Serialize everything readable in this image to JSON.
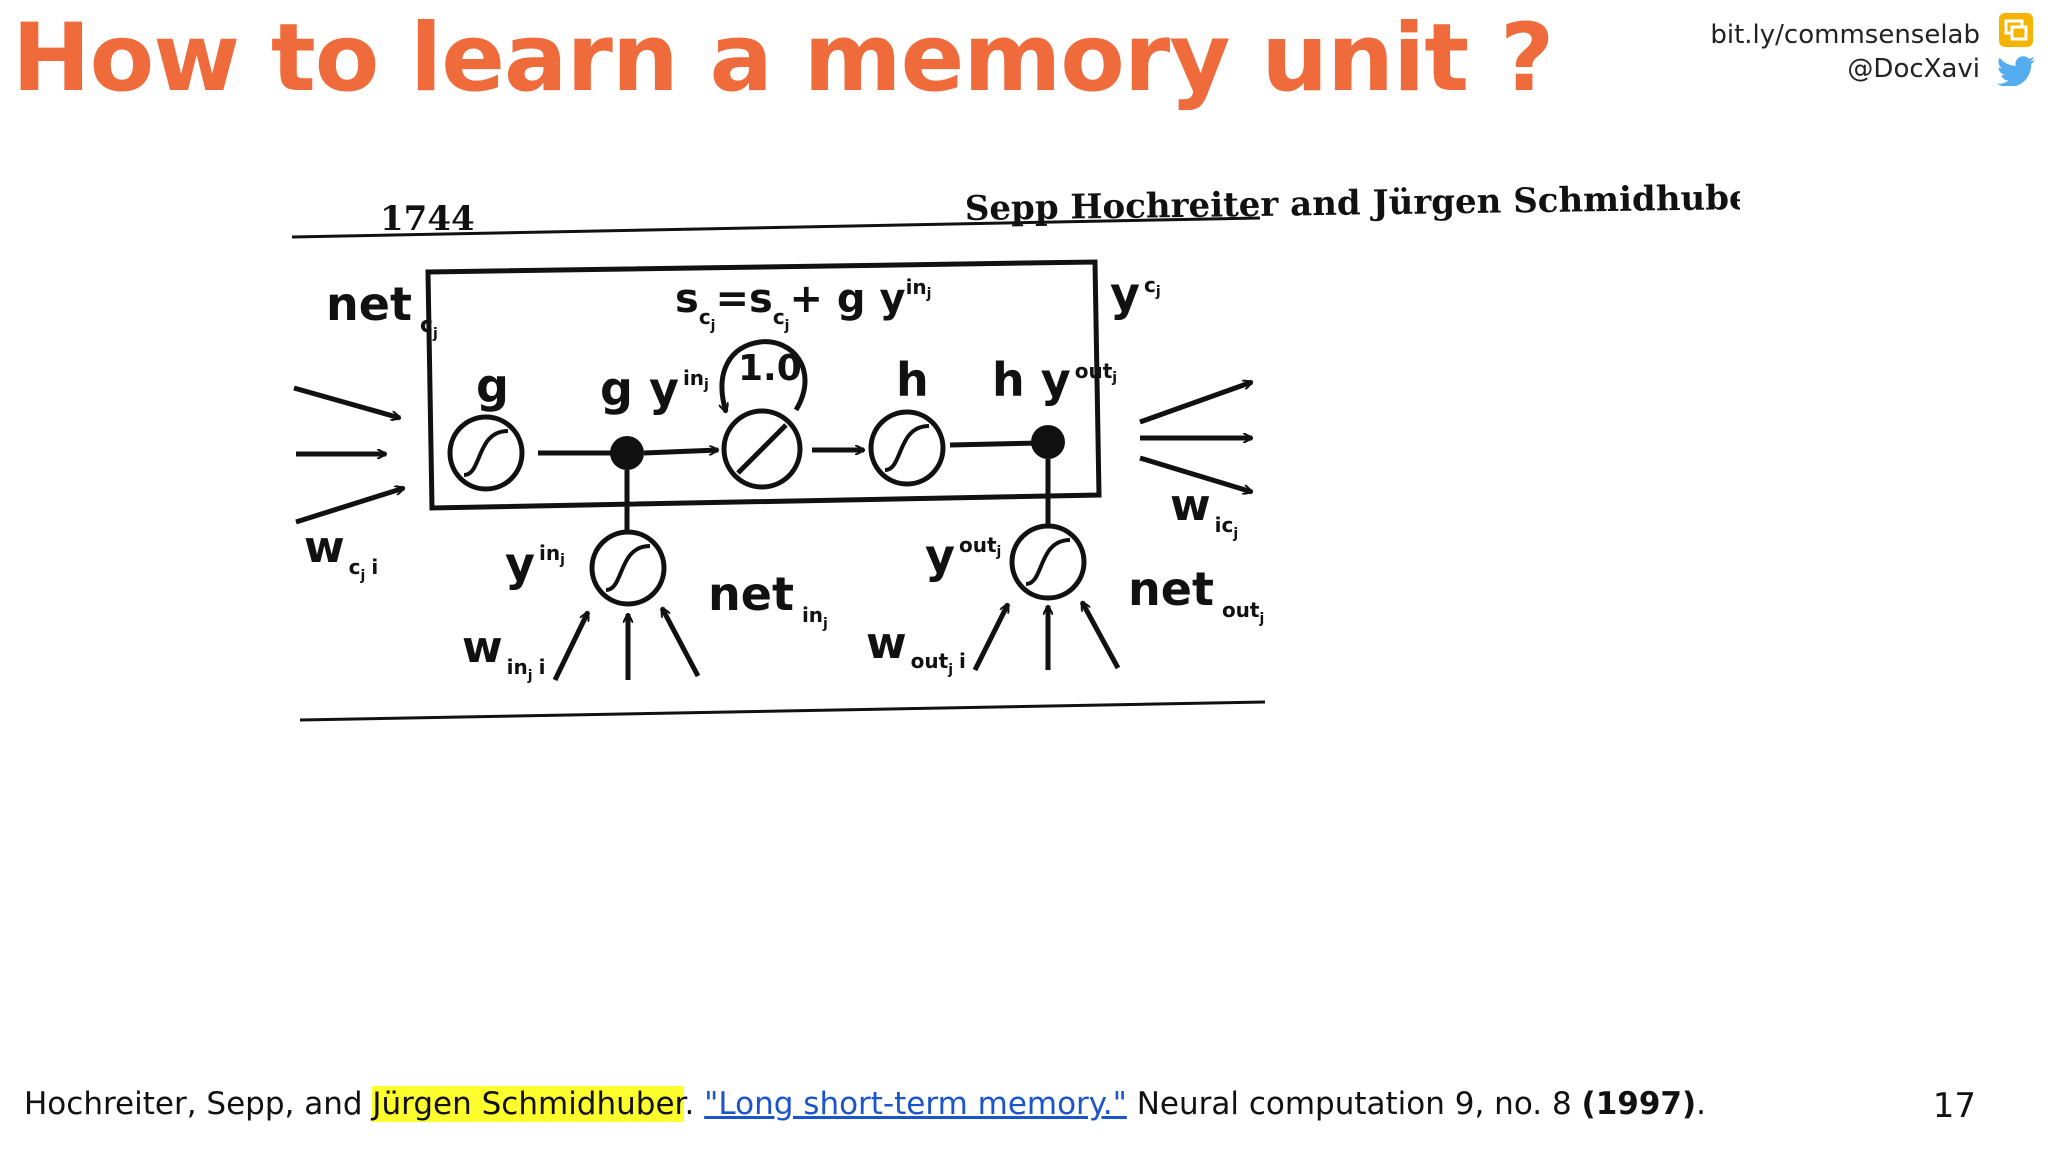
{
  "slide": {
    "title": "How to learn a memory unit ?",
    "url": "bit.ly/commsenselab",
    "twitter": "@DocXavi",
    "page_number": "17",
    "brand_color": "#f06b3c"
  },
  "figure": {
    "page_number": "1744",
    "authors": "Sepp Hochreiter and Jürgen Schmidhuber",
    "state_eq_main": "s",
    "state_eq_sub1": "c",
    "state_eq_subj1": "j",
    "state_eq_mid": "=s",
    "state_eq_sub2": "c",
    "state_eq_subj2": "j",
    "state_eq_plus": "+ g y",
    "state_eq_sup": "in",
    "state_eq_supj": "j",
    "net_c": "net",
    "net_c_sub": "c",
    "net_c_subj": "j",
    "y_c": "y",
    "y_c_sup": "c",
    "y_c_supj": "j",
    "g_label": "g",
    "gy_label": "g y",
    "gy_sup": "in",
    "gy_supj": "j",
    "cec_weight": "1.0",
    "h_label": "h",
    "hy_label": "h y",
    "hy_sup": "out",
    "hy_supj": "j",
    "w_c": "w",
    "w_c_sub": "c",
    "w_c_subj": "j",
    "w_c_subi": "i",
    "w_ic": "w",
    "w_ic_sub": "ic",
    "w_ic_subj": "j",
    "y_in": "y",
    "y_in_sup": "in",
    "y_in_supj": "j",
    "net_in": "net",
    "net_in_sub": "in",
    "net_in_subj": "j",
    "w_in": "w",
    "w_in_sub": "in",
    "w_in_subj": "j",
    "w_in_subi": "i",
    "y_out": "y",
    "y_out_sup": "out",
    "y_out_supj": "j",
    "net_out": "net",
    "net_out_sub": "out",
    "net_out_subj": "j",
    "w_out": "w",
    "w_out_sub": "out",
    "w_out_subj": "j",
    "w_out_subi": "i"
  },
  "reference": {
    "authors_prefix": "Hochreiter, Sepp, and ",
    "highlighted_author": "Jürgen Schmidhuber",
    "separator": ". ",
    "link_title": "\"Long short-term memory.\"",
    "journal": " Neural computation 9, no. 8 ",
    "year": "(1997)",
    "end": "."
  },
  "colors": {
    "highlight": "#ffff2e",
    "link": "#1a55cc",
    "slides_icon": "#f4b400",
    "twitter_icon": "#55acee"
  },
  "icons": [
    "slides-icon",
    "twitter-bird-icon"
  ]
}
